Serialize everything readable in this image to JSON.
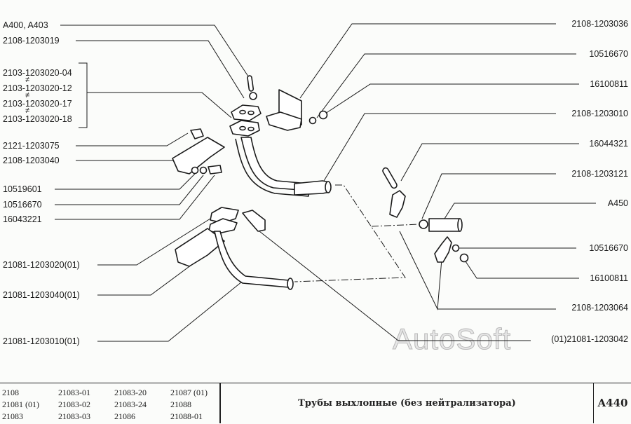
{
  "labels_left": {
    "a400": "A400, A403",
    "p2108_1203019": "2108-1203019",
    "gaskets": [
      "2103-1203020-04",
      "2103-1203020-12",
      "2103-1203020-17",
      "2103-1203020-18"
    ],
    "neq_symbol": "≠",
    "p2121_1203075": "2121-1203075",
    "p2108_1203040": "2108-1203040",
    "p10519601": "10519601",
    "p10516670": "10516670",
    "p16043221": "16043221",
    "p21081_1203020": "21081-1203020(01)",
    "p21081_1203040": "21081-1203040(01)",
    "p21081_1203010": "21081-1203010(01)"
  },
  "labels_right": {
    "p2108_1203036": "2108-1203036",
    "p10516670_a": "10516670",
    "p16100811_a": "16100811",
    "p2108_1203010": "2108-1203010",
    "p16044321": "16044321",
    "p2108_1203121": "2108-1203121",
    "a450": "A450",
    "p10516670_b": "10516670",
    "p16100811_b": "16100811",
    "p2108_1203064": "2108-1203064",
    "p21081_1203042": "(01)21081-1203042"
  },
  "watermark": "AutoSoft",
  "footer": {
    "models": [
      [
        "2108",
        "21081 (01)",
        "21083"
      ],
      [
        "21083-01",
        "21083-02",
        "21083-03"
      ],
      [
        "21083-20",
        "21083-24",
        "21086"
      ],
      [
        "21087 (01)",
        "21088",
        "21088-01"
      ]
    ],
    "title": "Трубы выхлопные (без нейтрализатора)",
    "code": "A440"
  },
  "colors": {
    "line": "#1a1a1a",
    "background": "#fbfcfa",
    "watermark": "#c9c9c9"
  }
}
